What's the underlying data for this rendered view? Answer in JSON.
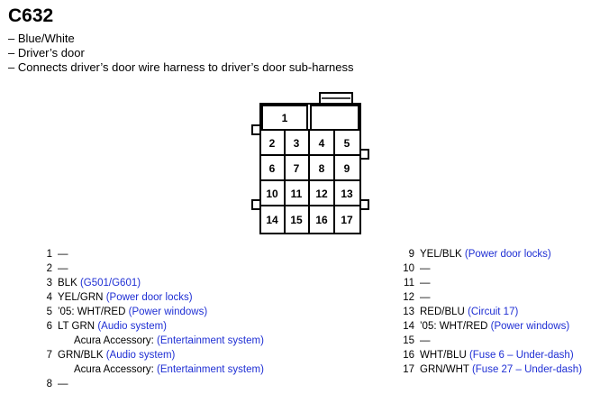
{
  "connector": {
    "title": "C632",
    "details": [
      "– Blue/White",
      "– Driver’s door",
      "– Connects driver’s door wire harness to driver’s door sub-harness"
    ]
  },
  "pins_grid": [
    "1",
    "2",
    "3",
    "4",
    "5",
    "6",
    "7",
    "8",
    "9",
    "10",
    "11",
    "12",
    "13",
    "14",
    "15",
    "16",
    "17"
  ],
  "pin_list": {
    "left": [
      {
        "num": "1",
        "text": "—",
        "ref": ""
      },
      {
        "num": "2",
        "text": "—",
        "ref": ""
      },
      {
        "num": "3",
        "text": "BLK",
        "ref": "(G501/G601)"
      },
      {
        "num": "4",
        "text": "YEL/GRN",
        "ref": "(Power door locks)"
      },
      {
        "num": "5",
        "text": "’05: WHT/RED",
        "ref": "(Power windows)"
      },
      {
        "num": "6",
        "text": "LT GRN",
        "ref": "(Audio system)"
      },
      {
        "num": "",
        "text": "Acura Accessory:",
        "ref": "(Entertainment system)",
        "sub": true
      },
      {
        "num": "7",
        "text": "GRN/BLK",
        "ref": "(Audio system)"
      },
      {
        "num": "",
        "text": "Acura Accessory:",
        "ref": "(Entertainment system)",
        "sub": true
      },
      {
        "num": "8",
        "text": "—",
        "ref": ""
      }
    ],
    "right": [
      {
        "num": "9",
        "text": "YEL/BLK",
        "ref": "(Power door locks)"
      },
      {
        "num": "10",
        "text": "—",
        "ref": ""
      },
      {
        "num": "11",
        "text": "—",
        "ref": ""
      },
      {
        "num": "12",
        "text": "—",
        "ref": ""
      },
      {
        "num": "13",
        "text": "RED/BLU",
        "ref": "(Circuit 17)"
      },
      {
        "num": "14",
        "text": "’05: WHT/RED",
        "ref": "(Power windows)"
      },
      {
        "num": "15",
        "text": "—",
        "ref": ""
      },
      {
        "num": "16",
        "text": "WHT/BLU",
        "ref": "(Fuse 6 – Under-dash)"
      },
      {
        "num": "17",
        "text": "GRN/WHT",
        "ref": "(Fuse 27 – Under-dash)"
      }
    ]
  }
}
